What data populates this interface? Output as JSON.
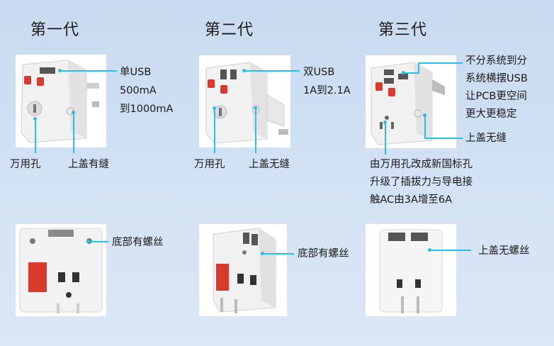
{
  "generations": [
    {
      "title": "第一代",
      "top_labels": [
        "单USB",
        "500mA",
        "到1000mA"
      ],
      "left_label": "万用孔",
      "right_label": "上盖有缝",
      "bottom_label": "底部有螺丝"
    },
    {
      "title": "第二代",
      "top_labels": [
        "双USB",
        "1A到2.1A"
      ],
      "left_label": "万用孔",
      "right_label": "上盖无缝",
      "bottom_label": "底部有螺丝"
    },
    {
      "title": "第三代",
      "top_labels": [
        "不分系统到分",
        "系统横摆USB",
        "让PCB更空间",
        "更大更稳定"
      ],
      "right_label": "上盖无缝",
      "socket_labels": [
        "由万用孔改成新国标孔",
        "升级了插拔力与导电接",
        "触AC由3A增至6A"
      ],
      "bottom_label": "上盖无螺丝"
    }
  ],
  "colors": {
    "background": "#cddcf2",
    "callout_line": "#27c1f0",
    "accent_red": "#d93a2b"
  },
  "icons": [
    "adapter-photo",
    "adapter-bottom-photo"
  ]
}
